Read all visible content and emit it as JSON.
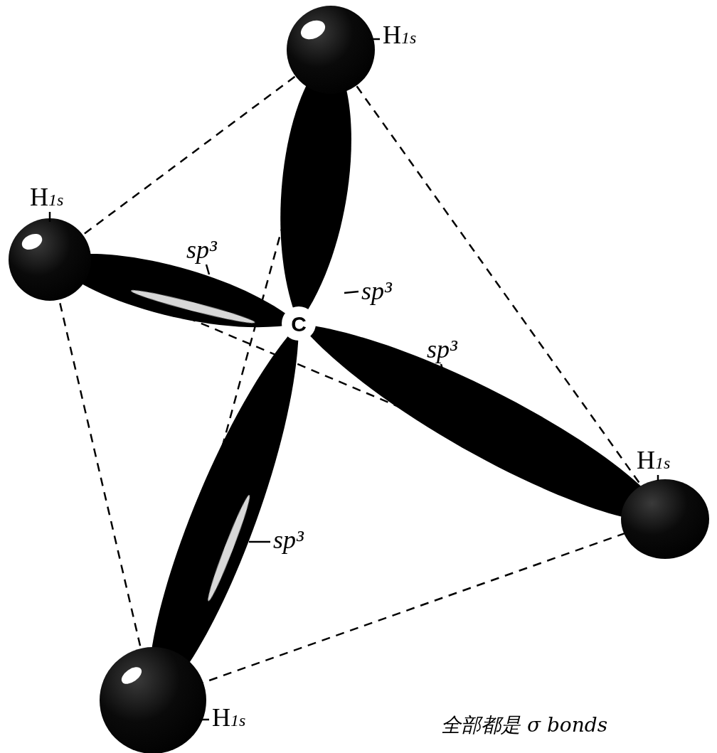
{
  "diagram": {
    "labels": [
      "H1s",
      "H1s",
      "sp³",
      "sp³",
      "C",
      "sp³",
      "H1s",
      "sp³",
      "H1s",
      "全部都是 σ bonds"
    ]
  }
}
